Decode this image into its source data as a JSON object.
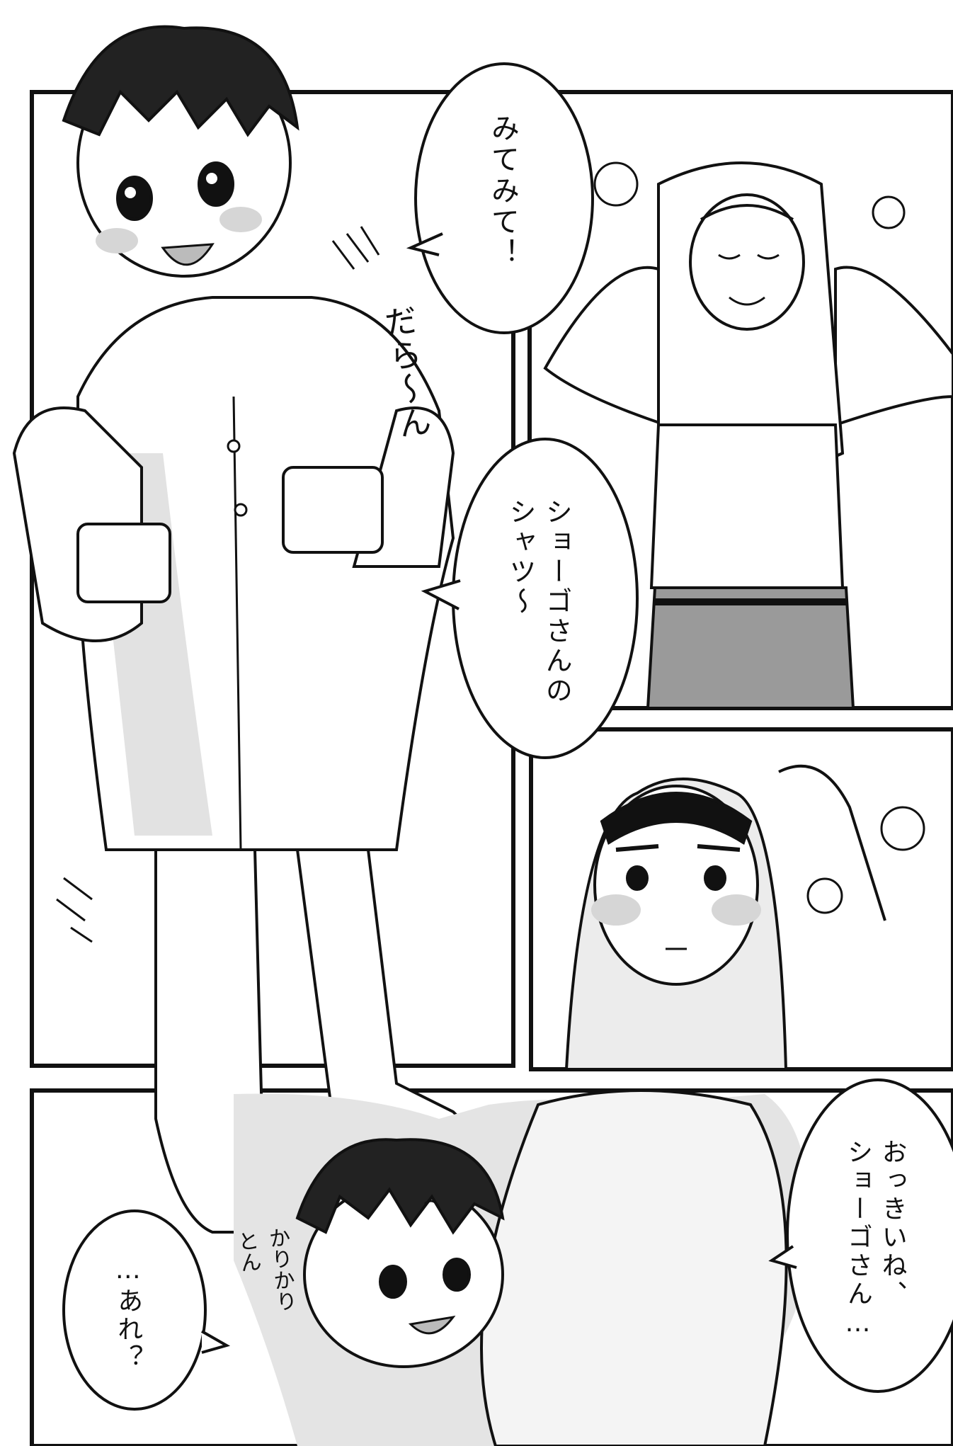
{
  "bubbles": {
    "b1": "みてみて！",
    "b2": "ショーゴさんの\nシャツ～",
    "b3": "おっきいね、\nショーゴさん…",
    "b4": "…あれ？"
  },
  "sfx": {
    "s1": "だら～ん",
    "s2": "かりかり\nとん"
  },
  "colors": {
    "ink": "#111111",
    "screentone": "#d6d6d6",
    "paper": "#ffffff"
  }
}
